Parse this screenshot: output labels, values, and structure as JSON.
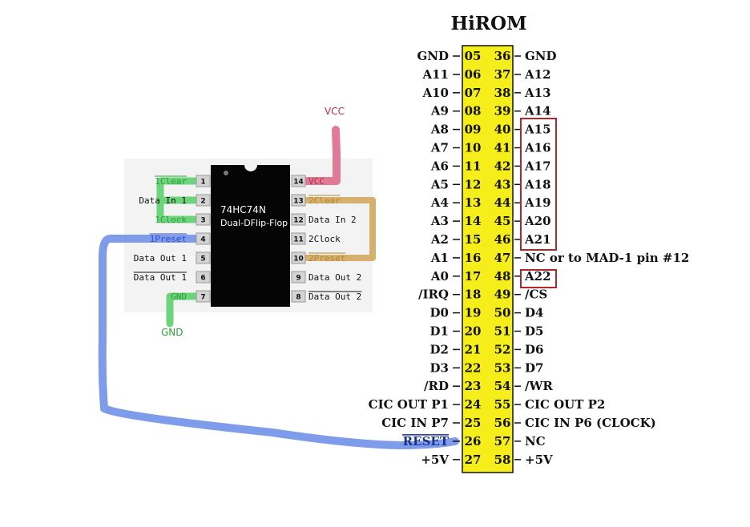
{
  "chip": {
    "part": "74HC74N",
    "desc": "Dual-DFlip-Flop",
    "left_pins": [
      {
        "num": "1",
        "label": "1Clear",
        "overline": true,
        "color": "#2f9e3b"
      },
      {
        "num": "2",
        "label": "Data In 1",
        "overline": false,
        "color": "#111111"
      },
      {
        "num": "3",
        "label": "1Clock",
        "overline": false,
        "color": "#2f9e3b"
      },
      {
        "num": "4",
        "label": "1Preset",
        "overline": true,
        "color": "#2f4fc9"
      },
      {
        "num": "5",
        "label": "Data Out 1",
        "overline": false,
        "color": "#111111"
      },
      {
        "num": "6",
        "label": "Data Out 1",
        "overline": true,
        "color": "#111111"
      },
      {
        "num": "7",
        "label": "GND",
        "overline": false,
        "color": "#2f9e3b"
      }
    ],
    "right_pins": [
      {
        "num": "14",
        "label": "VCC",
        "overline": false,
        "color": "#b0304e"
      },
      {
        "num": "13",
        "label": "2Clear",
        "overline": true,
        "color": "#b08a3a"
      },
      {
        "num": "12",
        "label": "Data In 2",
        "overline": false,
        "color": "#111111"
      },
      {
        "num": "11",
        "label": "2Clock",
        "overline": false,
        "color": "#111111"
      },
      {
        "num": "10",
        "label": "2Preset",
        "overline": true,
        "color": "#b08a3a"
      },
      {
        "num": "9",
        "label": "Data Out 2",
        "overline": false,
        "color": "#111111"
      },
      {
        "num": "8",
        "label": "Data Out 2",
        "overline": true,
        "color": "#111111"
      }
    ]
  },
  "nets": {
    "vcc": "VCC",
    "gnd": "GND"
  },
  "rom": {
    "title": "HiROM",
    "rows": [
      {
        "l": "GND",
        "ln": "05",
        "rn": "36",
        "r": "GND",
        "box": false
      },
      {
        "l": "A11",
        "ln": "06",
        "rn": "37",
        "r": "A12",
        "box": false
      },
      {
        "l": "A10",
        "ln": "07",
        "rn": "38",
        "r": "A13",
        "box": false
      },
      {
        "l": "A9",
        "ln": "08",
        "rn": "39",
        "r": "A14",
        "box": false
      },
      {
        "l": "A8",
        "ln": "09",
        "rn": "40",
        "r": "A15",
        "box": true
      },
      {
        "l": "A7",
        "ln": "10",
        "rn": "41",
        "r": "A16",
        "box": true
      },
      {
        "l": "A6",
        "ln": "11",
        "rn": "42",
        "r": "A17",
        "box": true
      },
      {
        "l": "A5",
        "ln": "12",
        "rn": "43",
        "r": "A18",
        "box": true
      },
      {
        "l": "A4",
        "ln": "13",
        "rn": "44",
        "r": "A19",
        "box": true
      },
      {
        "l": "A3",
        "ln": "14",
        "rn": "45",
        "r": "A20",
        "box": true
      },
      {
        "l": "A2",
        "ln": "15",
        "rn": "46",
        "r": "A21",
        "box": true
      },
      {
        "l": "A1",
        "ln": "16",
        "rn": "47",
        "r": "NC or to MAD-1 pin #12",
        "box": false
      },
      {
        "l": "A0",
        "ln": "17",
        "rn": "48",
        "r": "A22",
        "box": true
      },
      {
        "l": "/IRQ",
        "ln": "18",
        "rn": "49",
        "r": "/CS",
        "box": false
      },
      {
        "l": "D0",
        "ln": "19",
        "rn": "50",
        "r": "D4",
        "box": false
      },
      {
        "l": "D1",
        "ln": "20",
        "rn": "51",
        "r": "D5",
        "box": false
      },
      {
        "l": "D2",
        "ln": "21",
        "rn": "52",
        "r": "D6",
        "box": false
      },
      {
        "l": "D3",
        "ln": "22",
        "rn": "53",
        "r": "D7",
        "box": false
      },
      {
        "l": "/RD",
        "ln": "23",
        "rn": "54",
        "r": "/WR",
        "box": false
      },
      {
        "l": "CIC OUT P1",
        "ln": "24",
        "rn": "55",
        "r": "CIC OUT P2",
        "box": false
      },
      {
        "l": "CIC IN P7",
        "ln": "25",
        "rn": "56",
        "r": "CIC IN P6 (CLOCK)",
        "box": false
      },
      {
        "l": "RESET",
        "ln": "26",
        "rn": "57",
        "r": "NC",
        "box": false
      },
      {
        "l": "+5V",
        "ln": "27",
        "rn": "58",
        "r": "+5V",
        "box": false
      }
    ]
  },
  "colors": {
    "green_wire": "#6cd47a",
    "tan_wire": "#d6b06c",
    "pink_wire": "#e07a95",
    "blue_wire": "#7f9cea",
    "rom_fill": "#f5ee1a",
    "box_red": "#b3262c"
  }
}
